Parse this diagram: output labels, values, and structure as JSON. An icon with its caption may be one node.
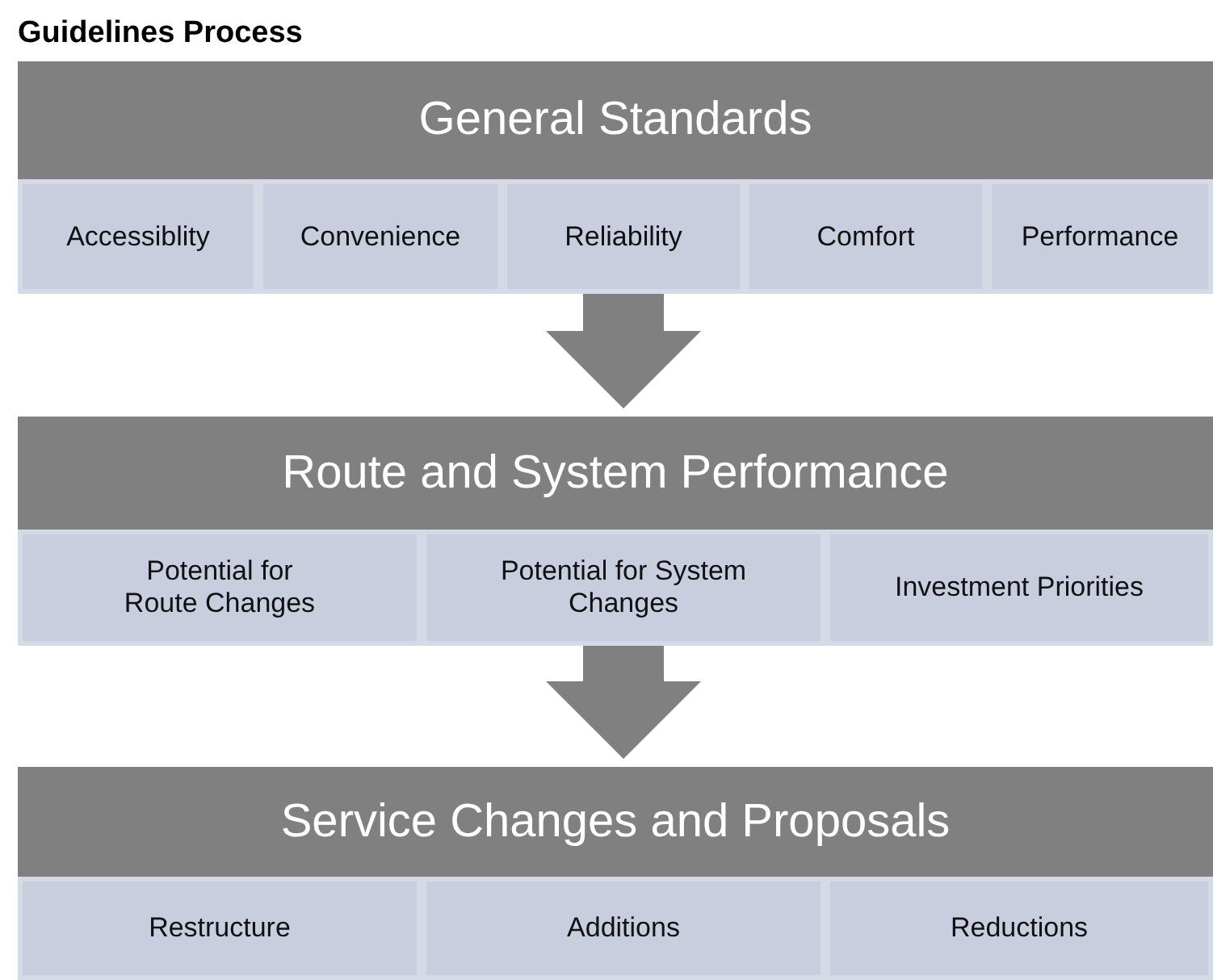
{
  "diagram": {
    "title": "Guidelines Process",
    "nodes": [
      {
        "text": [
          "General Standards"
        ]
      },
      {
        "text": [
          "Accessiblity"
        ]
      },
      {
        "text": [
          "Convenience"
        ]
      },
      {
        "text": [
          "Reliability"
        ]
      },
      {
        "text": [
          "Comfort"
        ]
      },
      {
        "text": [
          "Performance"
        ]
      },
      {
        "text": [
          "Route and System Performance"
        ]
      },
      {
        "text": [
          "Potential for Route Changes"
        ]
      },
      {
        "text": [
          "Potential for System Changes"
        ]
      },
      {
        "text": [
          "Investment Priorities"
        ]
      },
      {
        "text": [
          "Service Changes and Proposals"
        ]
      },
      {
        "text": [
          "Restructure"
        ]
      },
      {
        "text": [
          "Additions"
        ]
      },
      {
        "text": [
          "Reductions"
        ]
      }
    ],
    "edges": [
      {
        "from": 3,
        "to": 6,
        "arrow": "to",
        "style": "thick"
      },
      {
        "from": 8,
        "to": 10,
        "arrow": "to",
        "style": "thick"
      }
    ]
  }
}
